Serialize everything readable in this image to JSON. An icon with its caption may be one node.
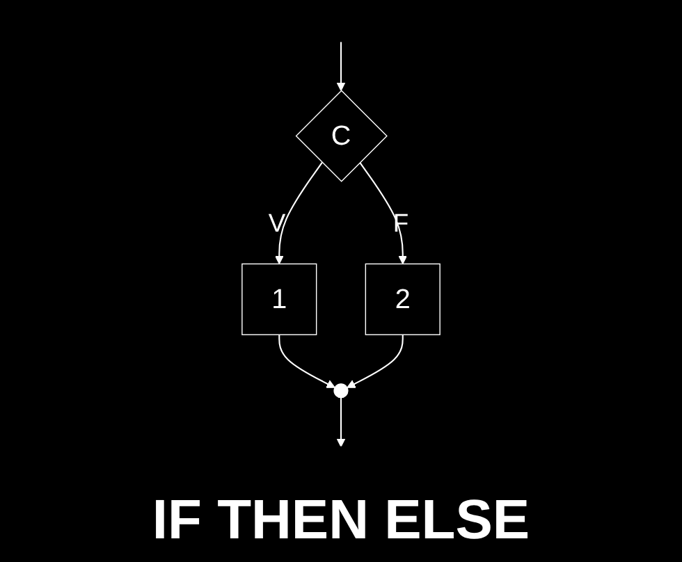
{
  "diagram": {
    "title": "IF THEN ELSE",
    "nodes": [
      {
        "text": [
          "C"
        ]
      },
      {
        "text": [
          "1"
        ]
      },
      {
        "text": [
          "2"
        ]
      },
      {
        "text": [],
        "shape": "point"
      }
    ],
    "edges": [
      {
        "from": null,
        "to": 0,
        "arrow": "to"
      },
      {
        "from": 0,
        "to": 1,
        "label": "V",
        "arrow": "to"
      },
      {
        "from": 0,
        "to": 2,
        "label": "F",
        "arrow": "to"
      },
      {
        "from": 1,
        "to": 3,
        "arrow": "to"
      },
      {
        "from": 2,
        "to": 3,
        "arrow": "to"
      },
      {
        "from": 3,
        "to": null,
        "arrow": "to"
      }
    ]
  }
}
